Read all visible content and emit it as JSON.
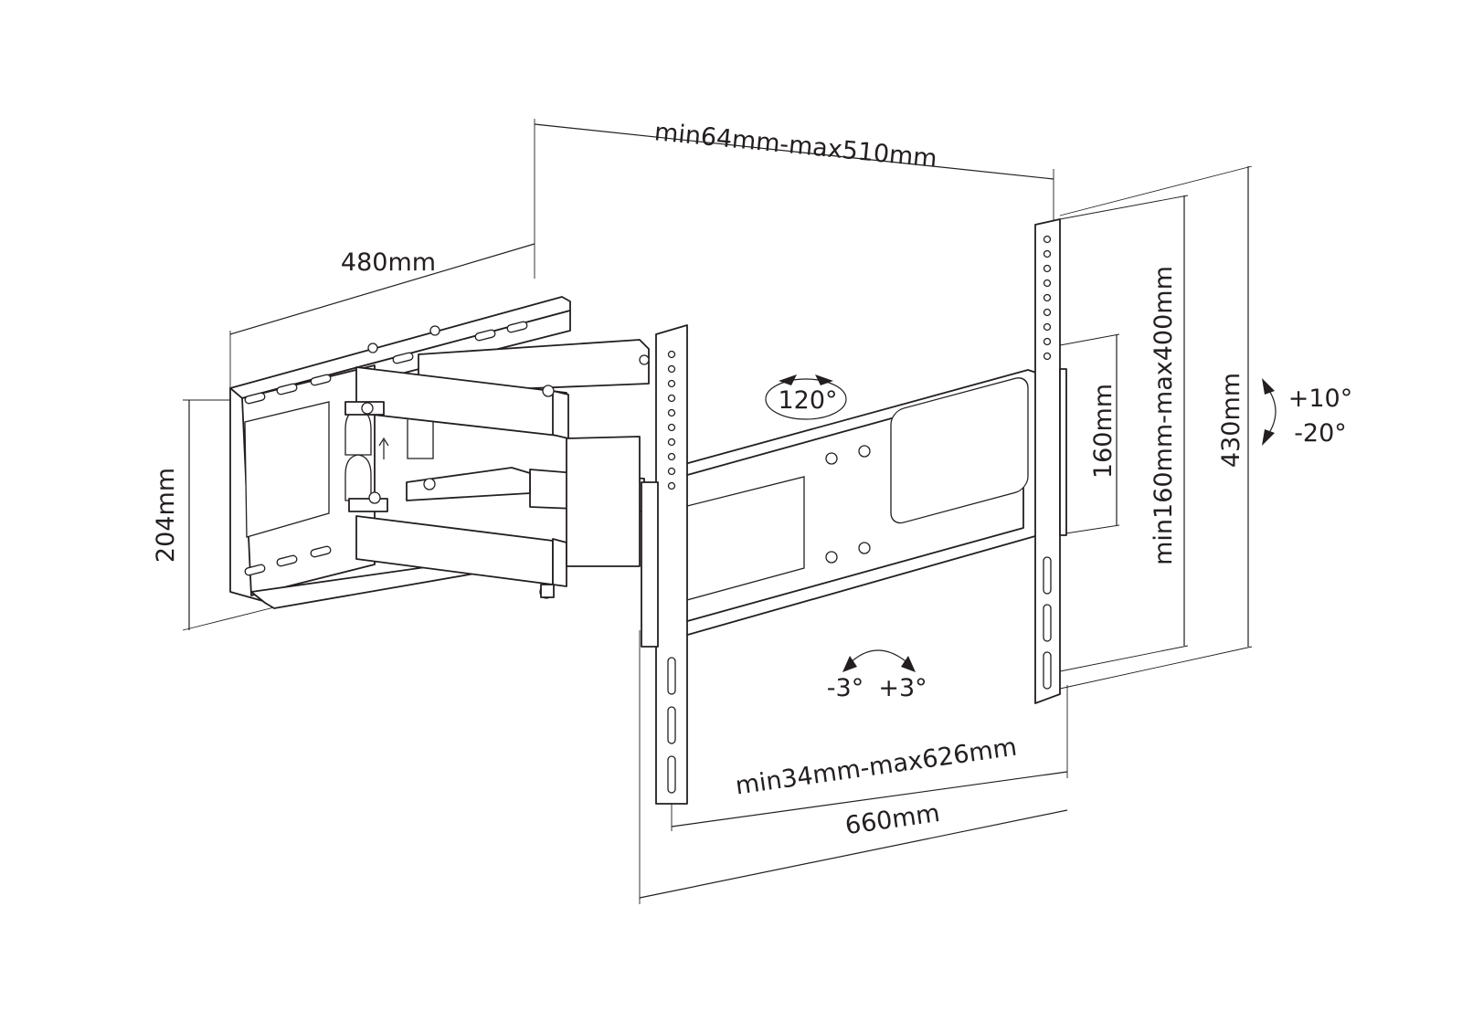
{
  "labels": {
    "vesa_horizontal": "min64mm-max510mm",
    "wall_plate_width": "480mm",
    "wall_plate_height": "204mm",
    "swivel": "120°",
    "vesa_vertical_inner": "160mm",
    "vesa_vertical": "min160mm-max400mm",
    "bracket_height": "430mm",
    "tilt_up": "+10°",
    "tilt_down": "-20°",
    "rotation_left": "-3°",
    "rotation_right": "+3°",
    "extension": "min34mm-max626mm",
    "bracket_width": "660mm"
  },
  "colors": {
    "line": "#231f20",
    "background": "#ffffff"
  }
}
